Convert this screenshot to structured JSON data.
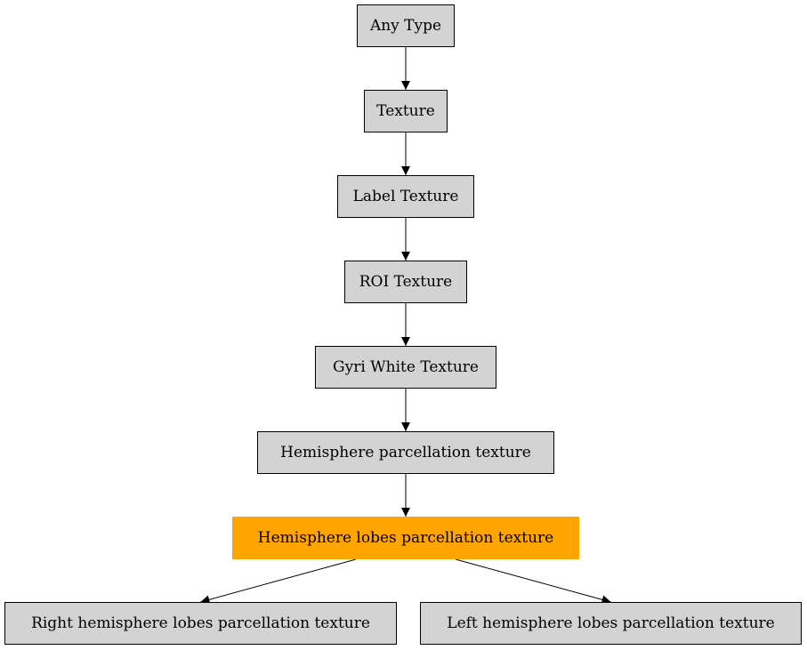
{
  "colors": {
    "node_fill": "#d3d3d3",
    "highlight_fill": "#ffa500",
    "edge": "#000000",
    "border": "#000000"
  },
  "nodes": {
    "any_type": "Any Type",
    "texture": "Texture",
    "label_texture": "Label Texture",
    "roi_texture": "ROI Texture",
    "gyri_white_texture": "Gyri White Texture",
    "hemisphere_parcellation_texture": "Hemisphere parcellation texture",
    "hemisphere_lobes_parcellation_texture": "Hemisphere lobes parcellation texture",
    "right_hemisphere_lobes_parcellation_texture": "Right hemisphere lobes parcellation texture",
    "left_hemisphere_lobes_parcellation_texture": "Left hemisphere lobes parcellation texture"
  },
  "highlighted_node": "hemisphere_lobes_parcellation_texture",
  "edges": [
    [
      "any_type",
      "texture"
    ],
    [
      "texture",
      "label_texture"
    ],
    [
      "label_texture",
      "roi_texture"
    ],
    [
      "roi_texture",
      "gyri_white_texture"
    ],
    [
      "gyri_white_texture",
      "hemisphere_parcellation_texture"
    ],
    [
      "hemisphere_parcellation_texture",
      "hemisphere_lobes_parcellation_texture"
    ],
    [
      "hemisphere_lobes_parcellation_texture",
      "right_hemisphere_lobes_parcellation_texture"
    ],
    [
      "hemisphere_lobes_parcellation_texture",
      "left_hemisphere_lobes_parcellation_texture"
    ]
  ]
}
